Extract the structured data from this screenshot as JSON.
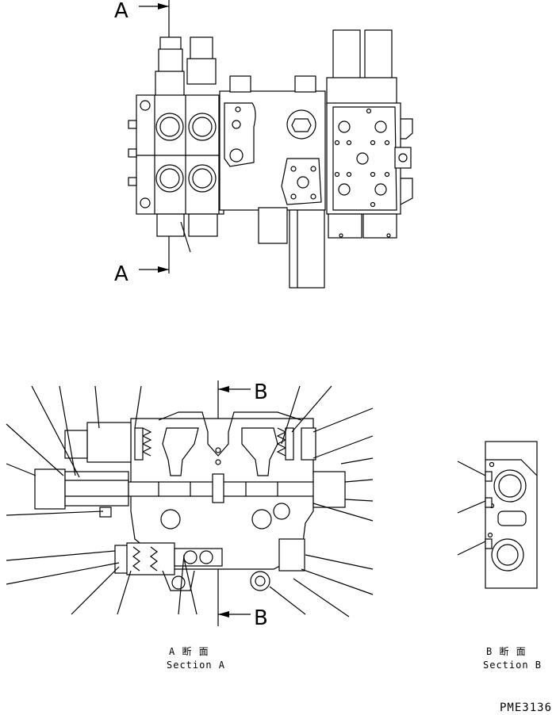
{
  "labels": {
    "section_a_top": "A",
    "section_a_bottom": "A",
    "section_b_top": "B",
    "section_b_bottom": "B"
  },
  "captions": {
    "section_a_jp": "A 断 面",
    "section_a_en": "Section A",
    "section_b_jp": "B 断 面",
    "section_b_en": "Section B"
  },
  "drawing_code": "PME3136"
}
